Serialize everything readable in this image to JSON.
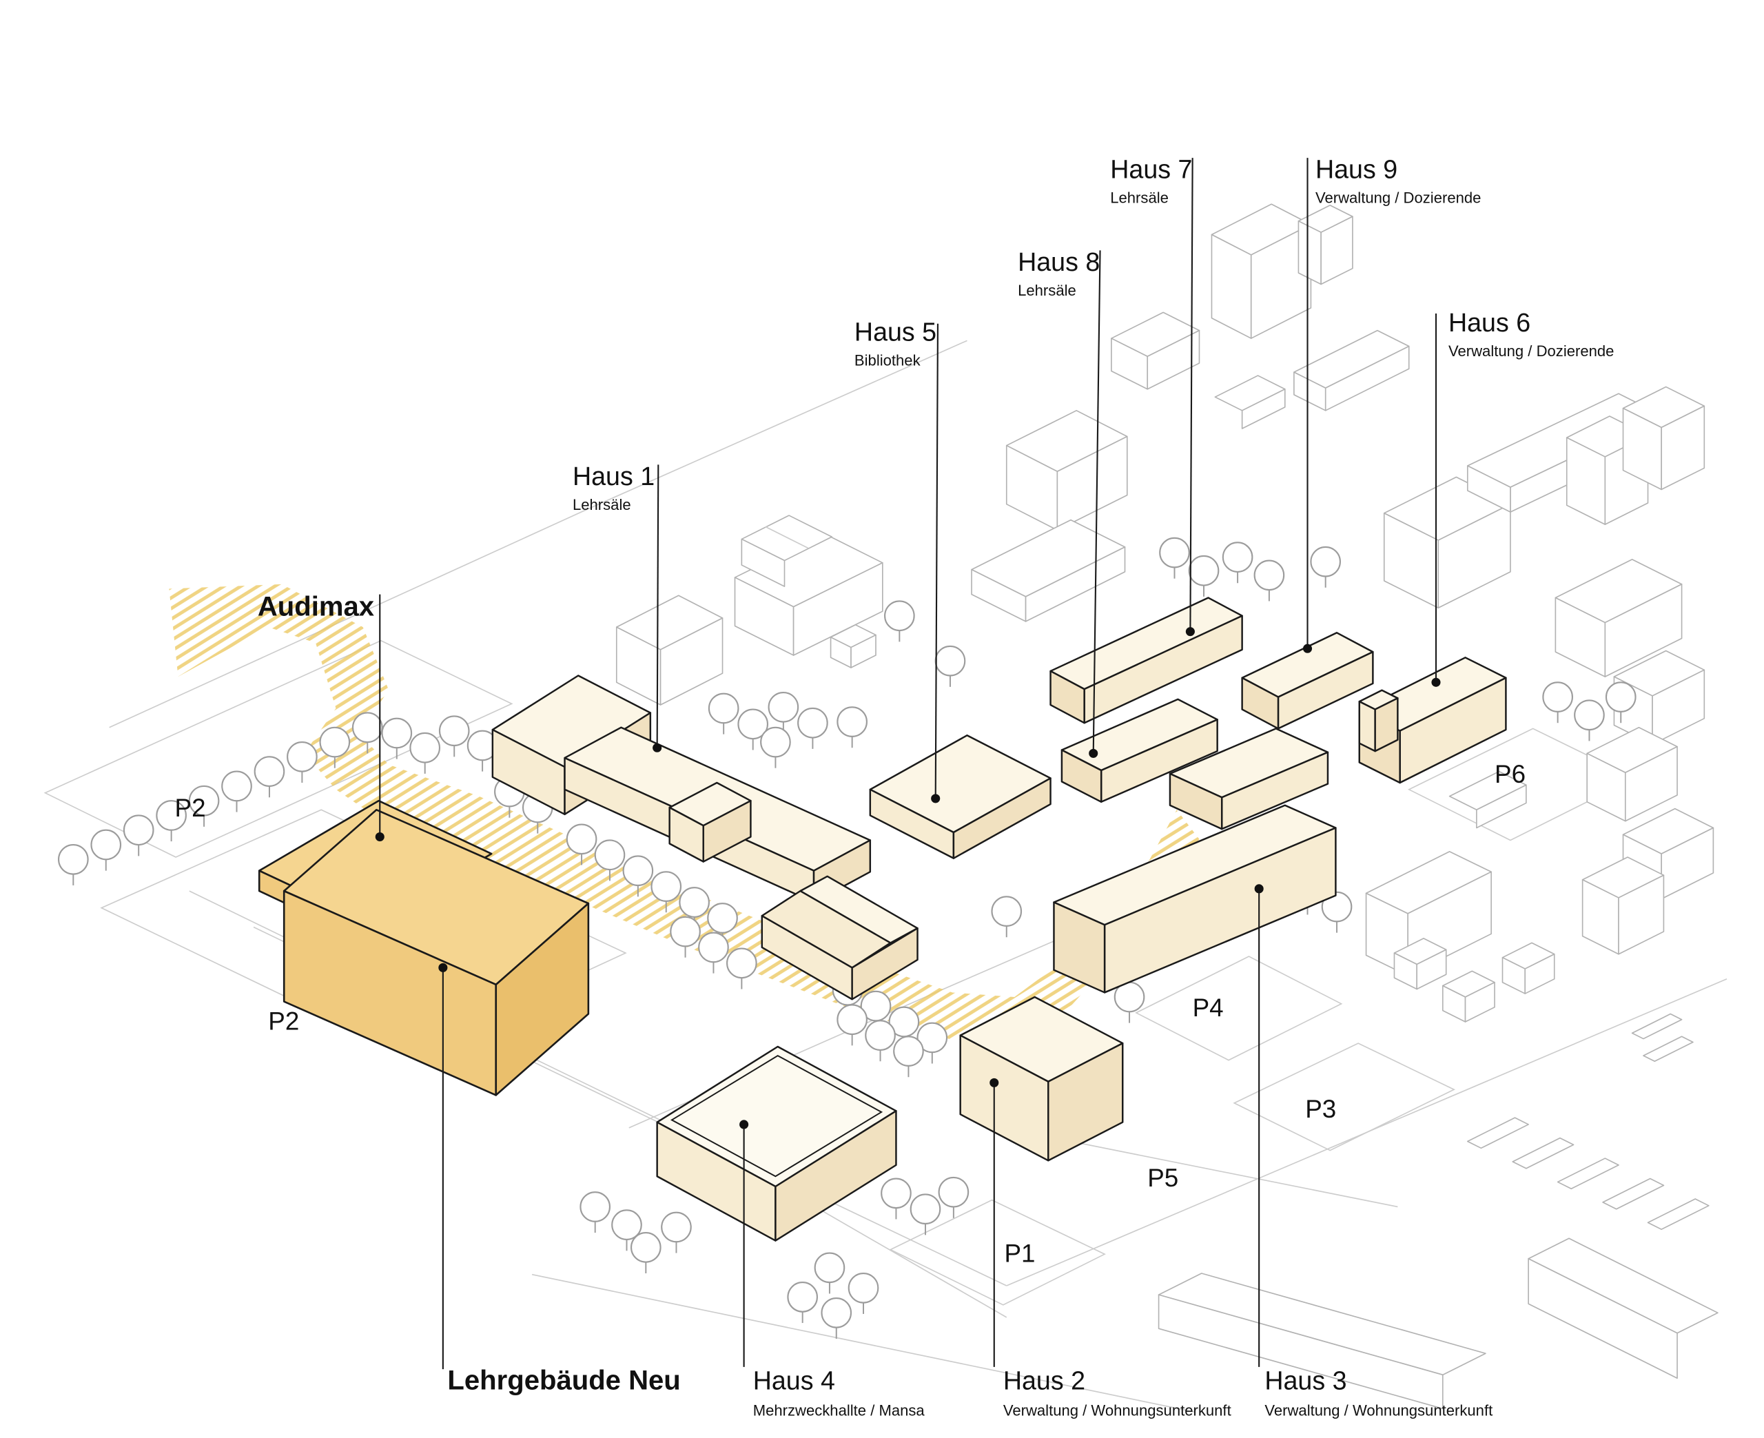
{
  "diagram": {
    "kind": "axonometric campus site plan",
    "highlight_color": "#f5d590",
    "cream_color": "#fcf6e6",
    "path_color": "#e8c96a",
    "line_color": "#b2b2b2"
  },
  "buildings": {
    "audimax": {
      "name": "Audimax"
    },
    "lehrgebaeude_neu": {
      "name": "Lehrgebäude Neu"
    },
    "haus1": {
      "name": "Haus 1",
      "use": "Lehrsäle"
    },
    "haus2": {
      "name": "Haus 2",
      "use": "Verwaltung / Wohnungsunterkunft"
    },
    "haus3": {
      "name": "Haus 3",
      "use": "Verwaltung / Wohnungsunterkunft"
    },
    "haus4": {
      "name": "Haus 4",
      "use": "Mehrzweckhallte / Mansa"
    },
    "haus5": {
      "name": "Haus 5",
      "use": "Bibliothek"
    },
    "haus6": {
      "name": "Haus 6",
      "use": "Verwaltung / Dozierende"
    },
    "haus7": {
      "name": "Haus 7",
      "use": "Lehrsäle"
    },
    "haus8": {
      "name": "Haus 8",
      "use": "Lehrsäle"
    },
    "haus9": {
      "name": "Haus 9",
      "use": "Verwaltung / Dozierende"
    }
  },
  "parking_labels": {
    "p1": "P1",
    "p2_upper": "P2",
    "p2_lower": "P2",
    "p3": "P3",
    "p4": "P4",
    "p5": "P5",
    "p6": "P6"
  }
}
